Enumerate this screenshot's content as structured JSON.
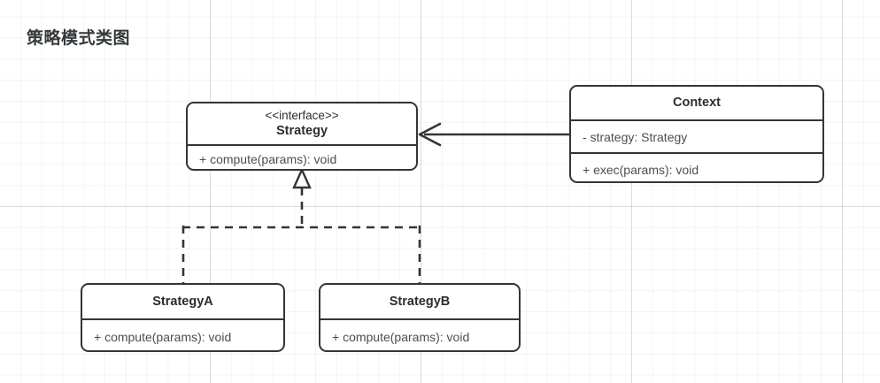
{
  "diagram": {
    "title": "策略模式类图",
    "type": "uml-class-diagram",
    "background": "grid-paper",
    "accent_color": "#333538",
    "text_color": "#2b2d2f",
    "member_color": "#4b4e51",
    "classes": [
      {
        "id": "strategy",
        "stereotype": "<<interface>>",
        "name": "Strategy",
        "attributes": [],
        "methods": [
          "+ compute(params): void"
        ]
      },
      {
        "id": "context",
        "stereotype": "",
        "name": "Context",
        "attributes": [
          "- strategy: Strategy"
        ],
        "methods": [
          "+ exec(params): void"
        ]
      },
      {
        "id": "strategy-a",
        "stereotype": "",
        "name": "StrategyA",
        "attributes": [],
        "methods": [
          "+ compute(params): void"
        ]
      },
      {
        "id": "strategy-b",
        "stereotype": "",
        "name": "StrategyB",
        "attributes": [],
        "methods": [
          "+ compute(params): void"
        ]
      }
    ],
    "relationships": [
      {
        "id": "context-uses-strategy",
        "kind": "association",
        "line": "solid",
        "arrow": "open",
        "from": "Context",
        "to": "Strategy",
        "label": ""
      },
      {
        "id": "strategy-a-realizes-strategy",
        "kind": "realization",
        "line": "dashed",
        "arrow": "hollow-triangle",
        "from": "StrategyA",
        "to": "Strategy",
        "label": ""
      },
      {
        "id": "strategy-b-realizes-strategy",
        "kind": "realization",
        "line": "dashed",
        "arrow": "hollow-triangle",
        "from": "StrategyB",
        "to": "Strategy",
        "label": ""
      }
    ]
  }
}
